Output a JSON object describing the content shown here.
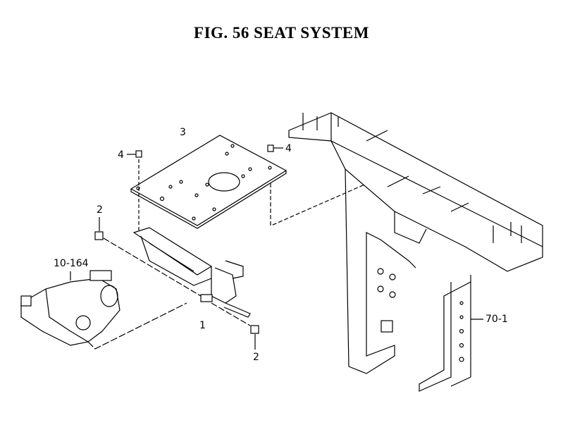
{
  "figure": {
    "title": "FIG. 56  SEAT SYSTEM",
    "callouts": {
      "seat_plate": "3",
      "bolt_left": "4",
      "bolt_right": "4",
      "bolt_upper": "2",
      "hydraulic_lift": "10-164",
      "bracket": "1",
      "bolt_lower": "2",
      "frame": "70-1"
    }
  }
}
